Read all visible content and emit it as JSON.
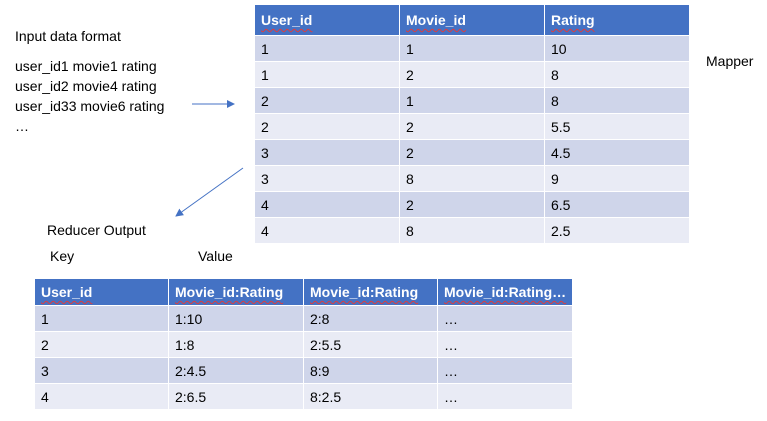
{
  "input": {
    "title": "Input data format",
    "lines": [
      "user_id1 movie1 rating",
      "user_id2 movie4 rating",
      "user_id33 movie6 rating",
      "…"
    ]
  },
  "mapper": {
    "label": "Mapper",
    "headers": [
      "User_id",
      "Movie_id",
      "Rating"
    ],
    "rows": [
      [
        "1",
        "1",
        "10"
      ],
      [
        "1",
        "2",
        "8"
      ],
      [
        "2",
        "1",
        "8"
      ],
      [
        "2",
        "2",
        "5.5"
      ],
      [
        "3",
        "2",
        "4.5"
      ],
      [
        "3",
        "8",
        "9"
      ],
      [
        "4",
        "2",
        "6.5"
      ],
      [
        "4",
        "8",
        "2.5"
      ]
    ]
  },
  "reducer": {
    "label": "Reducer Output",
    "key_label": "Key",
    "value_label": "Value",
    "headers": [
      "User_id",
      "Movie_id:Rating",
      "Movie_id:Rating",
      "Movie_id:Rating…"
    ],
    "rows": [
      [
        "1",
        "1:10",
        "2:8",
        "…"
      ],
      [
        "2",
        "1:8",
        "2:5.5",
        "…"
      ],
      [
        "3",
        "2:4.5",
        "8:9",
        "…"
      ],
      [
        "4",
        "2:6.5",
        "8:2.5",
        "…"
      ]
    ]
  },
  "colors": {
    "header": "#4472c4",
    "row_dark": "#cfd5ea",
    "row_light": "#e9ebf5",
    "arrow": "#4472c4"
  }
}
